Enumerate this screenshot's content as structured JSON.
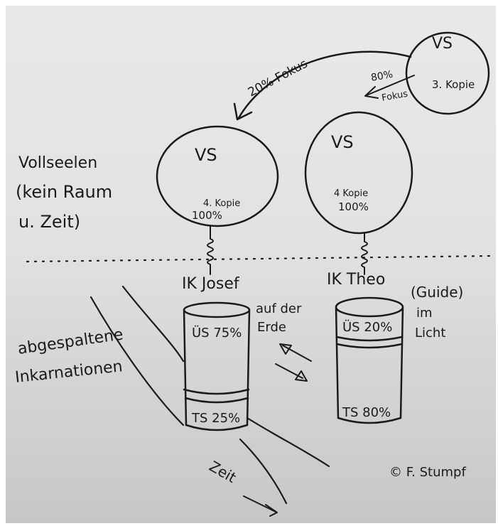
{
  "diagram": {
    "full_souls_note": {
      "line1": "Vollseelen",
      "line2": "(kein Raum",
      "line3": "u. Zeit)"
    },
    "soul_top": {
      "label": "VS",
      "copy": "3. Kopie"
    },
    "soul_left": {
      "label": "VS",
      "copy": "4. Kopie",
      "percent": "100%"
    },
    "soul_right": {
      "label": "VS",
      "copy": "4 Kopie",
      "percent": "100%"
    },
    "arrow_top": {
      "label": "20% Fokus"
    },
    "arrow_small": {
      "value": "80%",
      "label": "Fokus"
    },
    "incarnation_left": {
      "title": "IK Josef",
      "upper": "ÜS 75%",
      "lower": "TS 25%"
    },
    "incarnation_right": {
      "title": "IK Theo",
      "upper": "ÜS 20%",
      "lower": "TS 80%"
    },
    "guide_note": {
      "line1": "(Guide)",
      "line2": "im",
      "line3": "Licht"
    },
    "earth_note": {
      "line1": "auf der",
      "line2": "Erde"
    },
    "split_note": {
      "line1": "abgespaltene",
      "line2": "Inkarnationen"
    },
    "time_label": "Zeit",
    "credit": "© F. Stumpf"
  },
  "colors": {
    "ink": "#1a1a1a",
    "paper_light": "#e9e9e9",
    "paper_dark": "#c7c7c7"
  }
}
